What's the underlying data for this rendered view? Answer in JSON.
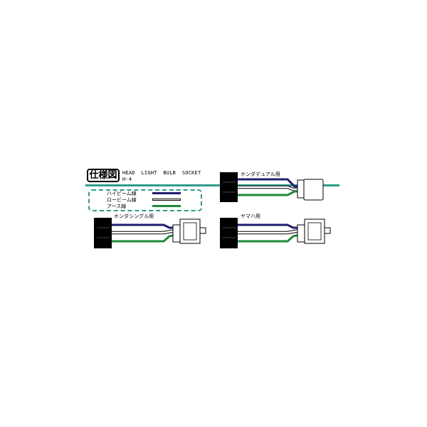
{
  "header": {
    "badge": "仕様図",
    "title": "HEAD  LIGHT  BULB  SOCKET",
    "model": "H-4"
  },
  "legend": {
    "items": [
      {
        "label": "ハイビーム線",
        "color": "#1f1e6e"
      },
      {
        "label": "ロービーム線",
        "color": "#ffffff"
      },
      {
        "label": "アース線",
        "color": "#1f8a3a"
      }
    ]
  },
  "variants": {
    "honda_dual": "ホンダデュアル用",
    "honda_single": "ホンダシングル用",
    "yamaha": "ヤマハ用"
  },
  "colors": {
    "high_beam": "#1f1e6e",
    "low_beam": "#ffffff",
    "ground": "#1f8a3a",
    "accent": "#2f9b8a"
  }
}
